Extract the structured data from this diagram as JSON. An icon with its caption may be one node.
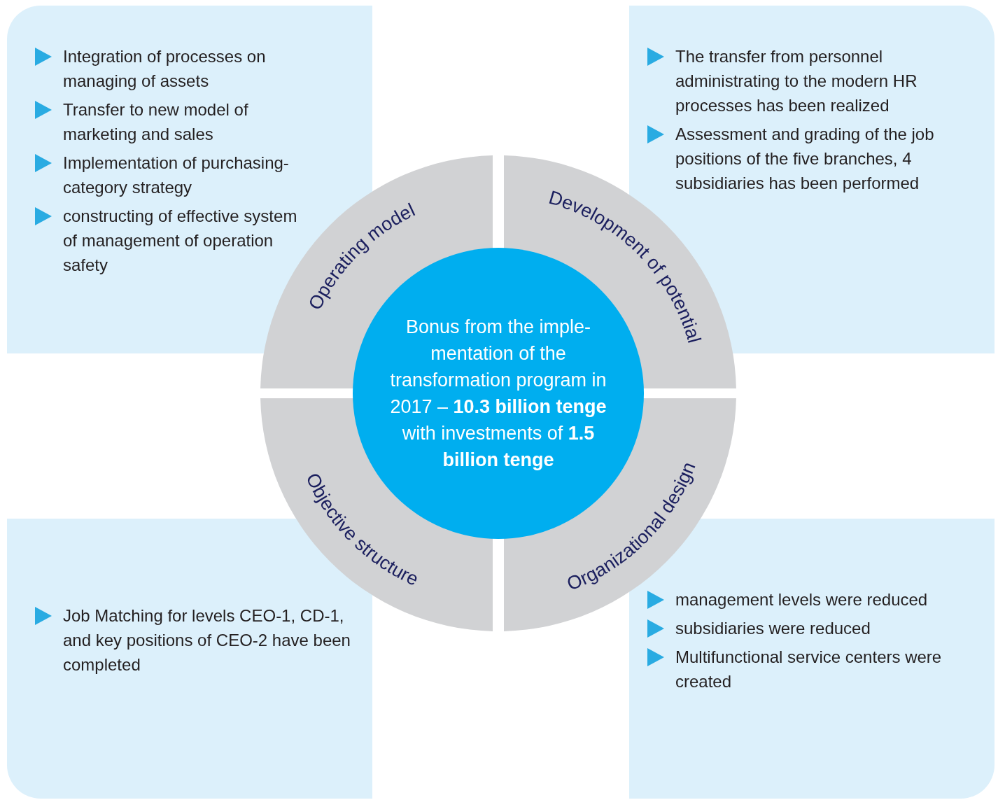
{
  "diagram": {
    "nodes": [
      {
        "text": [
          "Integration of processes on managing of assets",
          "Transfer to new model of marketing and sales",
          "Implementation of purchasing-category strategy",
          "constructing of effective system of management of operation safety"
        ]
      },
      {
        "text": [
          "The transfer from personnel administrating to the modern HR processes has been realized",
          "Assessment and grading of the job positions of the five branches, 4 subsidiaries has been performed"
        ]
      },
      {
        "text": [
          "Operating model"
        ]
      },
      {
        "text": [
          "Development of potential"
        ]
      },
      {
        "text": [
          "Bonus from the imple-mentation of the transformation program in 2017 – **10.3 billion tenge** with investments of **1.5  billion tenge**"
        ]
      },
      {
        "text": [
          "Objective structure"
        ]
      },
      {
        "text": [
          "Organizational design"
        ]
      },
      {
        "text": [
          "Job Matching for levels CEO-1, CD-1, and key positions of CEO-2 have been completed"
        ]
      },
      {
        "text": [
          "management levels were reduced",
          "subsidiaries were reduced",
          "Multifunctional service centers were created"
        ]
      }
    ]
  }
}
